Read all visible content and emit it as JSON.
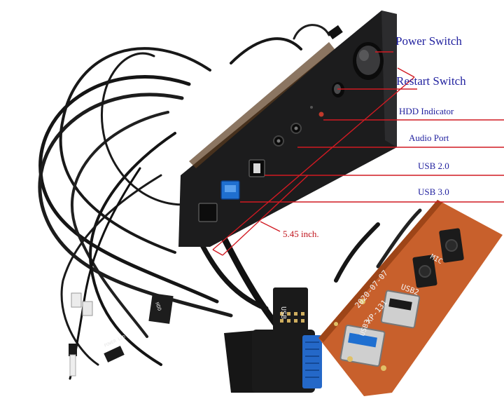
{
  "callouts": {
    "power_switch": "Power Switch",
    "restart_switch": "Restart Switch",
    "hdd_indicator": "HDD Indicator",
    "audio_port": "Audio Port",
    "usb_2": "USB 2.0",
    "usb_3": "USB 3.0"
  },
  "dimension": {
    "width": "5.45 inch."
  },
  "board_print": {
    "mic": "MIC",
    "usb2": "USB2",
    "date": "2020-07-07",
    "model": "XP-131",
    "usb3": "USB3"
  },
  "connector_labels": {
    "usb": "USB",
    "hdd": "HDD",
    "power_led": "POWER LED"
  },
  "colors": {
    "callout_text": "#1f1f9e",
    "callout_line": "#d11a22",
    "panel": "#1b1b1c",
    "pcb": "#c8602c",
    "usb3_blue": "#1f6fd0"
  }
}
